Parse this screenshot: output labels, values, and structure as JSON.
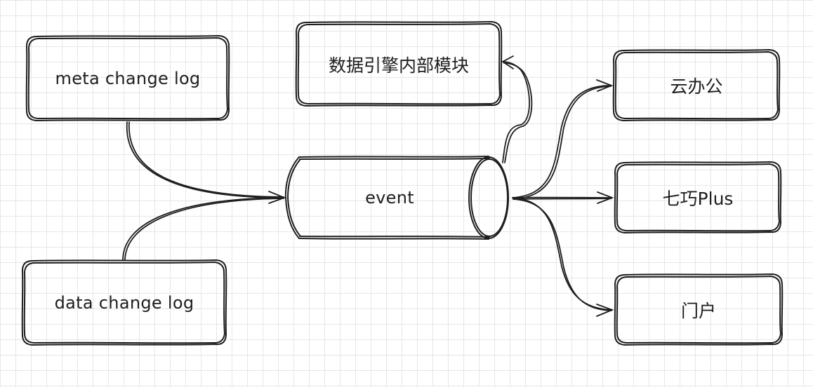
{
  "nodes": {
    "meta_change_log": "meta change log",
    "data_change_log": "data change log",
    "event": "event",
    "data_engine_module": "数据引擎内部模块",
    "cloud_office": "云办公",
    "qiqiao_plus": "七巧Plus",
    "portal": "门户"
  },
  "style": {
    "stroke_color": "#1e1e1e",
    "grid_color": "#e6e6e6",
    "background": "#ffffff"
  }
}
